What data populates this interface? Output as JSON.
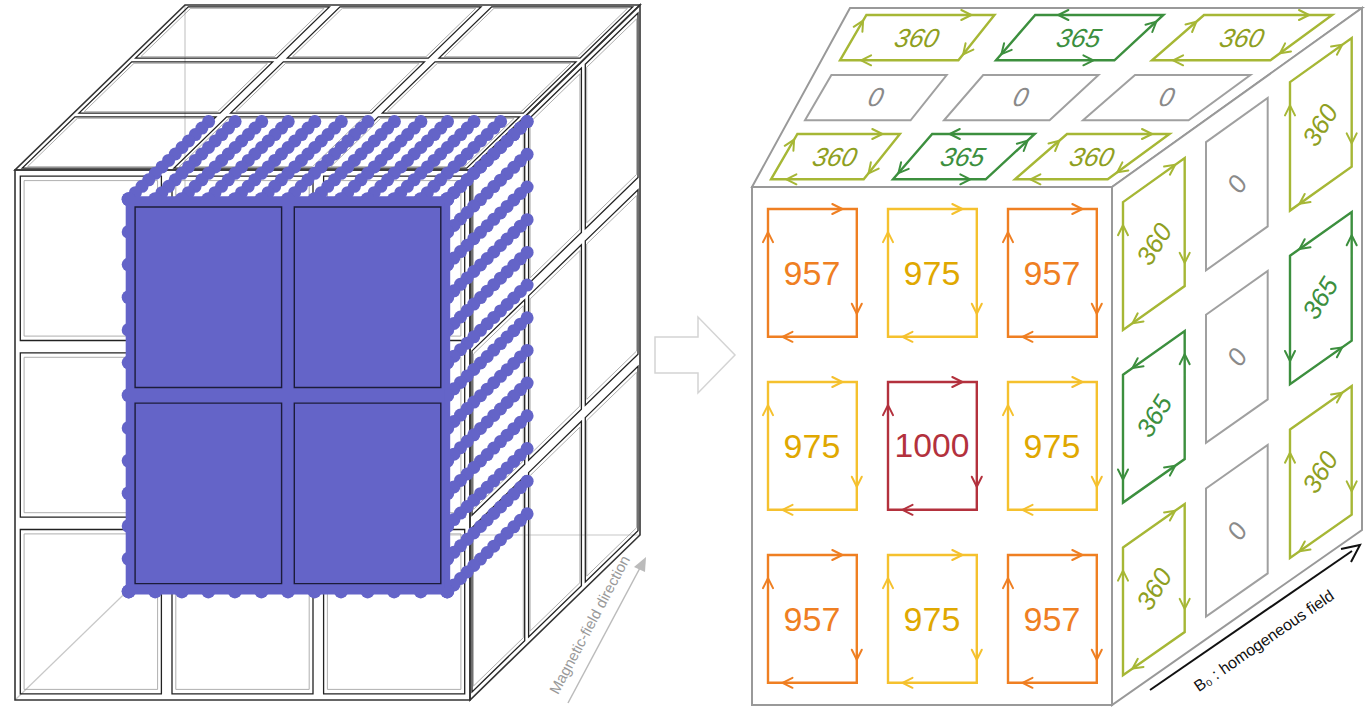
{
  "diagram": {
    "nodes": [
      {
        "text": [
          "360"
        ]
      },
      {
        "text": [
          "365"
        ]
      },
      {
        "text": [
          "360"
        ]
      },
      {
        "text": [
          "0"
        ]
      },
      {
        "text": [
          "0"
        ]
      },
      {
        "text": [
          "0"
        ]
      },
      {
        "text": [
          "360"
        ]
      },
      {
        "text": [
          "365"
        ]
      },
      {
        "text": [
          "360"
        ]
      },
      {
        "text": [
          "957"
        ]
      },
      {
        "text": [
          "975"
        ]
      },
      {
        "text": [
          "957"
        ]
      },
      {
        "text": [
          "975"
        ]
      },
      {
        "text": [
          "1000"
        ]
      },
      {
        "text": [
          "975"
        ]
      },
      {
        "text": [
          "957"
        ]
      },
      {
        "text": [
          "975"
        ]
      },
      {
        "text": [
          "957"
        ]
      },
      {
        "text": [
          "360"
        ]
      },
      {
        "text": [
          "0"
        ]
      },
      {
        "text": [
          "360"
        ]
      },
      {
        "text": [
          "365"
        ]
      },
      {
        "text": [
          "0"
        ]
      },
      {
        "text": [
          "365"
        ]
      },
      {
        "text": [
          "360"
        ]
      },
      {
        "text": [
          "0"
        ]
      },
      {
        "text": [
          "360"
        ]
      }
    ],
    "labels": [
      "Magnetic-field direction",
      "B₀ : homogeneous field"
    ]
  }
}
